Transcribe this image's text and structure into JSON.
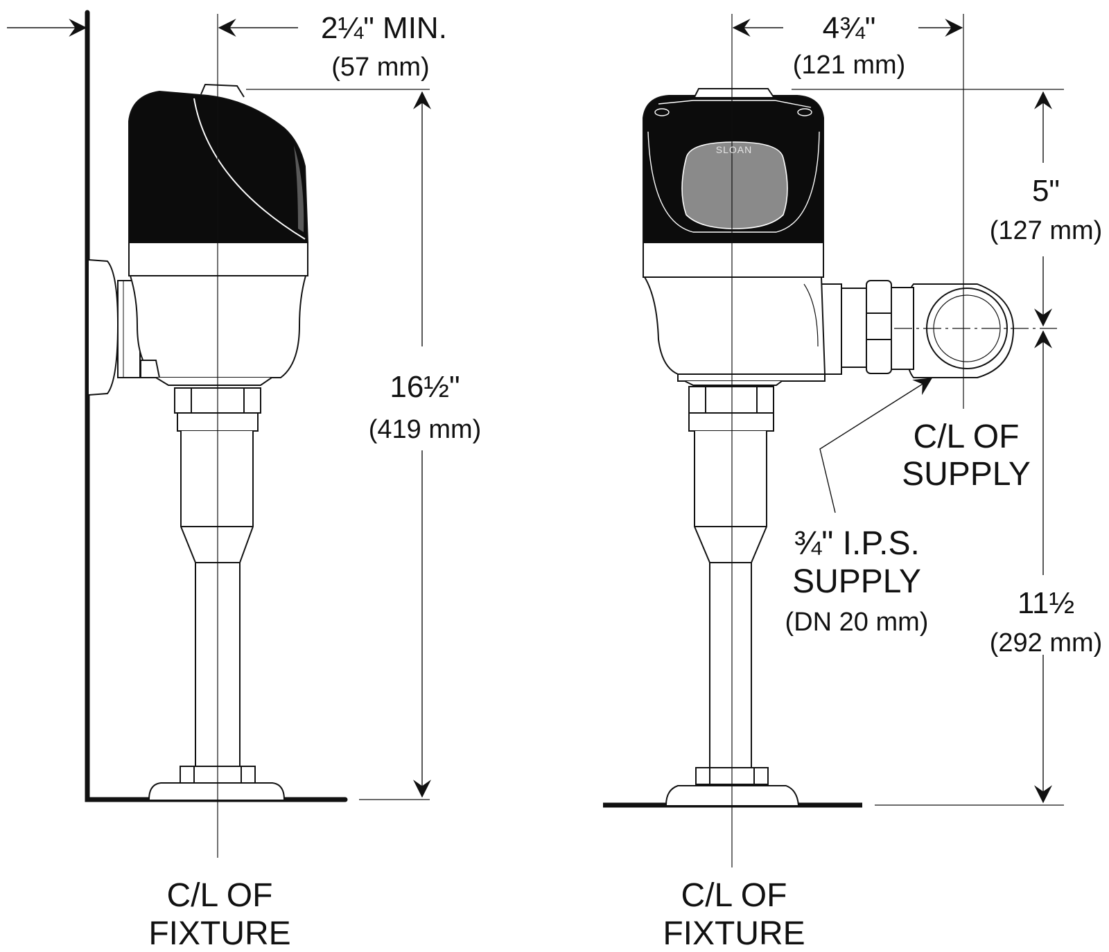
{
  "brand_mark": "SLOAN",
  "side_view": {
    "dim_wall_to_cl": {
      "inch": "2¼\" MIN.",
      "mm": "(57 mm)"
    },
    "dim_total_height": {
      "inch": "16½\"",
      "mm": "(419 mm)"
    },
    "centerline_label": [
      "C/L OF",
      "FIXTURE"
    ]
  },
  "front_view": {
    "dim_cl_to_supply": {
      "inch": "4¾\"",
      "mm": "(121 mm)"
    },
    "dim_top_to_supply": {
      "inch": "5\"",
      "mm": "(127 mm)"
    },
    "dim_supply_to_fixture": {
      "inch": "11½",
      "mm": "(292 mm)"
    },
    "supply_centerline_label": [
      "C/L OF",
      "SUPPLY"
    ],
    "supply_spec": [
      "¾\" I.P.S.",
      "SUPPLY",
      "(DN 20 mm)"
    ],
    "centerline_label": [
      "C/L OF",
      "FIXTURE"
    ]
  },
  "colors": {
    "line": "#111111",
    "cover": "#0c0c0c",
    "lens": "#8a8a8a",
    "paper": "#ffffff"
  }
}
